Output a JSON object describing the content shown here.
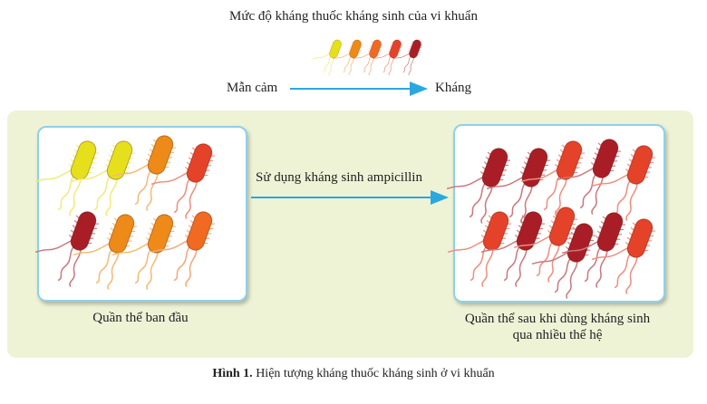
{
  "legend": {
    "title": "Mức độ kháng thuốc kháng sinh của vi khuẩn",
    "left_label": "Mẫn cảm",
    "right_label": "Kháng",
    "scale_colors": [
      "#e6e01c",
      "#ee8a18",
      "#f06a22",
      "#e4432a",
      "#a91e26"
    ]
  },
  "initial_population": {
    "label": "Quần thể ban đầu",
    "bacteria_colors": [
      "#e6e01c",
      "#e6e01c",
      "#ee8a18",
      "#e4432a",
      "#a91e26",
      "#ee8a18",
      "#ee8a18",
      "#f06a22"
    ]
  },
  "process": {
    "label": "Sử dụng kháng sinh ampicillin"
  },
  "final_population": {
    "label_line1": "Quần thể sau khi dùng kháng sinh",
    "label_line2": "qua nhiều thế hệ",
    "bacteria_colors": [
      "#a91e26",
      "#a91e26",
      "#e4432a",
      "#a91e26",
      "#e4432a",
      "#e4432a",
      "#a91e26",
      "#e4432a",
      "#a91e26",
      "#a91e26",
      "#e4432a"
    ]
  },
  "caption": {
    "prefix": "Hình 1.",
    "text": " Hiện tượng kháng thuốc kháng sinh ở vi khuẩn"
  },
  "colors": {
    "arrow": "#29a8e0",
    "panel": "#eef3d6",
    "box_border": "#8fd0ea"
  }
}
